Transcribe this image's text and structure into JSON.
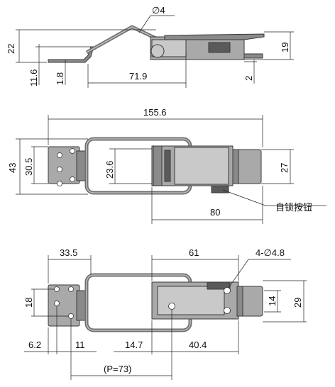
{
  "side_view": {
    "diameter_label": "∅4",
    "height_left": "22",
    "height_right": "19",
    "plate_thickness": "11.6",
    "base_thickness": "1.8",
    "length": "71.9",
    "offset": "2"
  },
  "top_view": {
    "overall_length": "155.6",
    "overall_width": "43",
    "plate_width": "30.5",
    "loop_inner": "23.6",
    "catch_width": "27",
    "catch_length": "80",
    "self_lock_button_label": "自锁按钮"
  },
  "bottom_view": {
    "plate_length": "33.5",
    "body_length": "61",
    "hole_label": "4-∅4.8",
    "plate_hole_spacing": "18",
    "catch_hole_spacing": "14",
    "catch_width": "29",
    "edge_offset": "6.2",
    "hole_pitch": "11",
    "gap": "14.7",
    "body_offset": "40.4",
    "pitch_label": "(P=73)"
  },
  "colors": {
    "metal": "#8a8a8a",
    "line": "#222222"
  }
}
